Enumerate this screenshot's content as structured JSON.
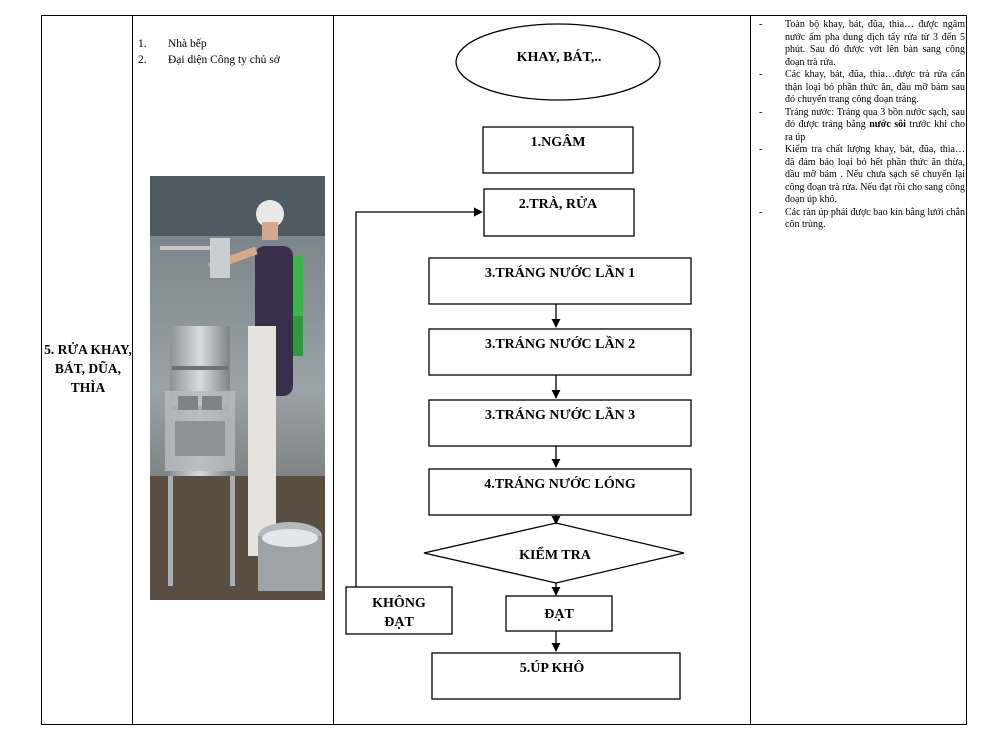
{
  "stage": {
    "label": "5. RỬA KHAY, BÁT, DŨA, THÌA"
  },
  "responsible": [
    {
      "num": "1.",
      "text": "Nhà bếp"
    },
    {
      "num": "2.",
      "text": "Đại diện Công ty chủ sở"
    }
  ],
  "flow": {
    "start": "KHAY, BÁT,..",
    "steps": [
      "1.NGÂM",
      "2.TRÀ, RỬA",
      "3.TRÁNG NƯỚC LẦN 1",
      "3.TRÁNG NƯỚC LẦN 2",
      "3.TRÁNG NƯỚC LẦN 3",
      "4.TRÁNG NƯỚC LÓNG"
    ],
    "check": "KIỂM TRA",
    "fail_line1": "KHÔNG",
    "fail_line2": "ĐẠT",
    "pass": "ĐẠT",
    "end": "5.ÚP KHÔ"
  },
  "description": [
    {
      "dash": "-",
      "text": "Toàn bộ khay, bát, đũa, thìa… được ngâm nước ấm pha dung dịch tẩy rửa từ 3 đến 5 phút. Sau đó được vớt lên bàn sang công đoạn trà rửa."
    },
    {
      "dash": "-",
      "text": "Các khay, bát, đũa, thìa…được trà rửa cẩn thận loại bỏ phần thức ăn, dầu mỡ bám sau đó chuyển trang công đoạn tráng."
    },
    {
      "dash": "-",
      "text_before": "Tráng nước: Tráng qua 3 bồn nước sạch, sau đó được tráng bằng ",
      "text_bold": "nước sôi",
      "text_after": " trước khi cho ra úp"
    },
    {
      "dash": "-",
      "text": "Kiểm tra chất lượng khay, bát, đũa, thìa… đã đảm bảo loại bỏ hết phần thức ăn thừa, dầu mỡ bám . Nếu chưa sạch sẽ chuyển lại công đoạn trà rửa. Nếu đạt rồi cho sang công đoạn úp khô."
    },
    {
      "dash": "-",
      "text": "Các ràn úp phải được bao kín bằng lưới chắn côn trùng."
    }
  ],
  "colors": {
    "line": "#000000",
    "background": "#ffffff"
  }
}
